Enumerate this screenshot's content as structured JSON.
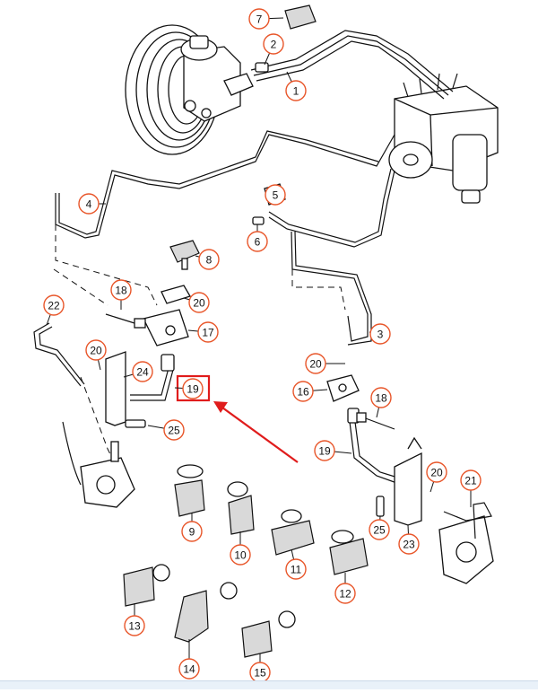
{
  "diagram": {
    "callouts": [
      "1",
      "2",
      "3",
      "4",
      "5",
      "6",
      "7",
      "8",
      "9",
      "10",
      "11",
      "12",
      "13",
      "14",
      "15",
      "16",
      "17",
      "18",
      "18",
      "19",
      "19",
      "20",
      "20",
      "20",
      "20",
      "21",
      "22",
      "23",
      "24",
      "25",
      "25"
    ],
    "highlighted": "19",
    "colors": {
      "callout_ring": "#e8562a",
      "highlight": "#e01c1c",
      "ink": "#111111"
    }
  }
}
